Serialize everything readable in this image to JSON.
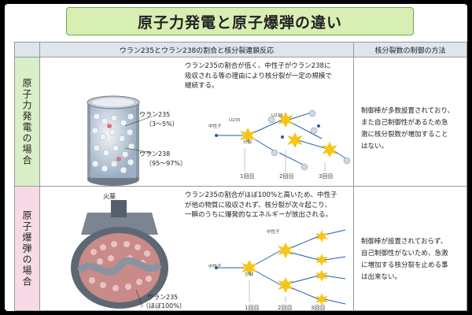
{
  "title": "原子力発電と原子爆弾の違い",
  "header": {
    "col_ratio": "ウラン235とウラン238の割合と核分裂連鎖反応",
    "col_control": "核分裂数の制御の方法"
  },
  "rows": [
    {
      "label": "原子力発電の場合",
      "description": [
        "ウラン235の割合が低く、中性子がウラン238に",
        "吸収される等の理由により核分裂が一定の規模で",
        "継続する。"
      ],
      "u235_label": "ウラン235",
      "u235_value": "（3～5%）",
      "u238_label": "ウラン238",
      "u238_value": "（95～97%）",
      "diagram": {
        "neutron": "中性子",
        "u235": "U235",
        "u238": "U238",
        "fission": "分裂",
        "steps": [
          "1回目",
          "2回目",
          "3回目"
        ]
      },
      "control": [
        "制御棒が多数設置されており、",
        "また自己制御性があるため急",
        "激に核分裂数が増加すること",
        "はない。"
      ]
    },
    {
      "label": "原子爆弾の場合",
      "description": [
        "ウラン235の割合がほぼ100%と高いため、中性子",
        "が他の物質に吸収されず、核分裂が次々起こり、",
        "一瞬のうちに爆発的なエネルギーが放出される。"
      ],
      "explosive_label": "火薬",
      "u235_label": "ウラン235",
      "u235_value": "（ほぼ100%）",
      "diagram": {
        "neutron": "中性子",
        "fission": "分裂",
        "steps": [
          "1回目",
          "2回目",
          "3回目"
        ]
      },
      "control": [
        "制御棒が設置されておらず、",
        "自己制御性がないため、急激",
        "に増加する核分裂を止める事",
        "は出来ない。"
      ]
    }
  ],
  "colors": {
    "title_bg": "#d8efb3",
    "row1_label_bg": "#d9efc7",
    "row2_label_bg": "#f6dbe6",
    "header_bg": "#dfe5ec",
    "burst": "#f5c518",
    "neutron": "#1f5fa8"
  }
}
